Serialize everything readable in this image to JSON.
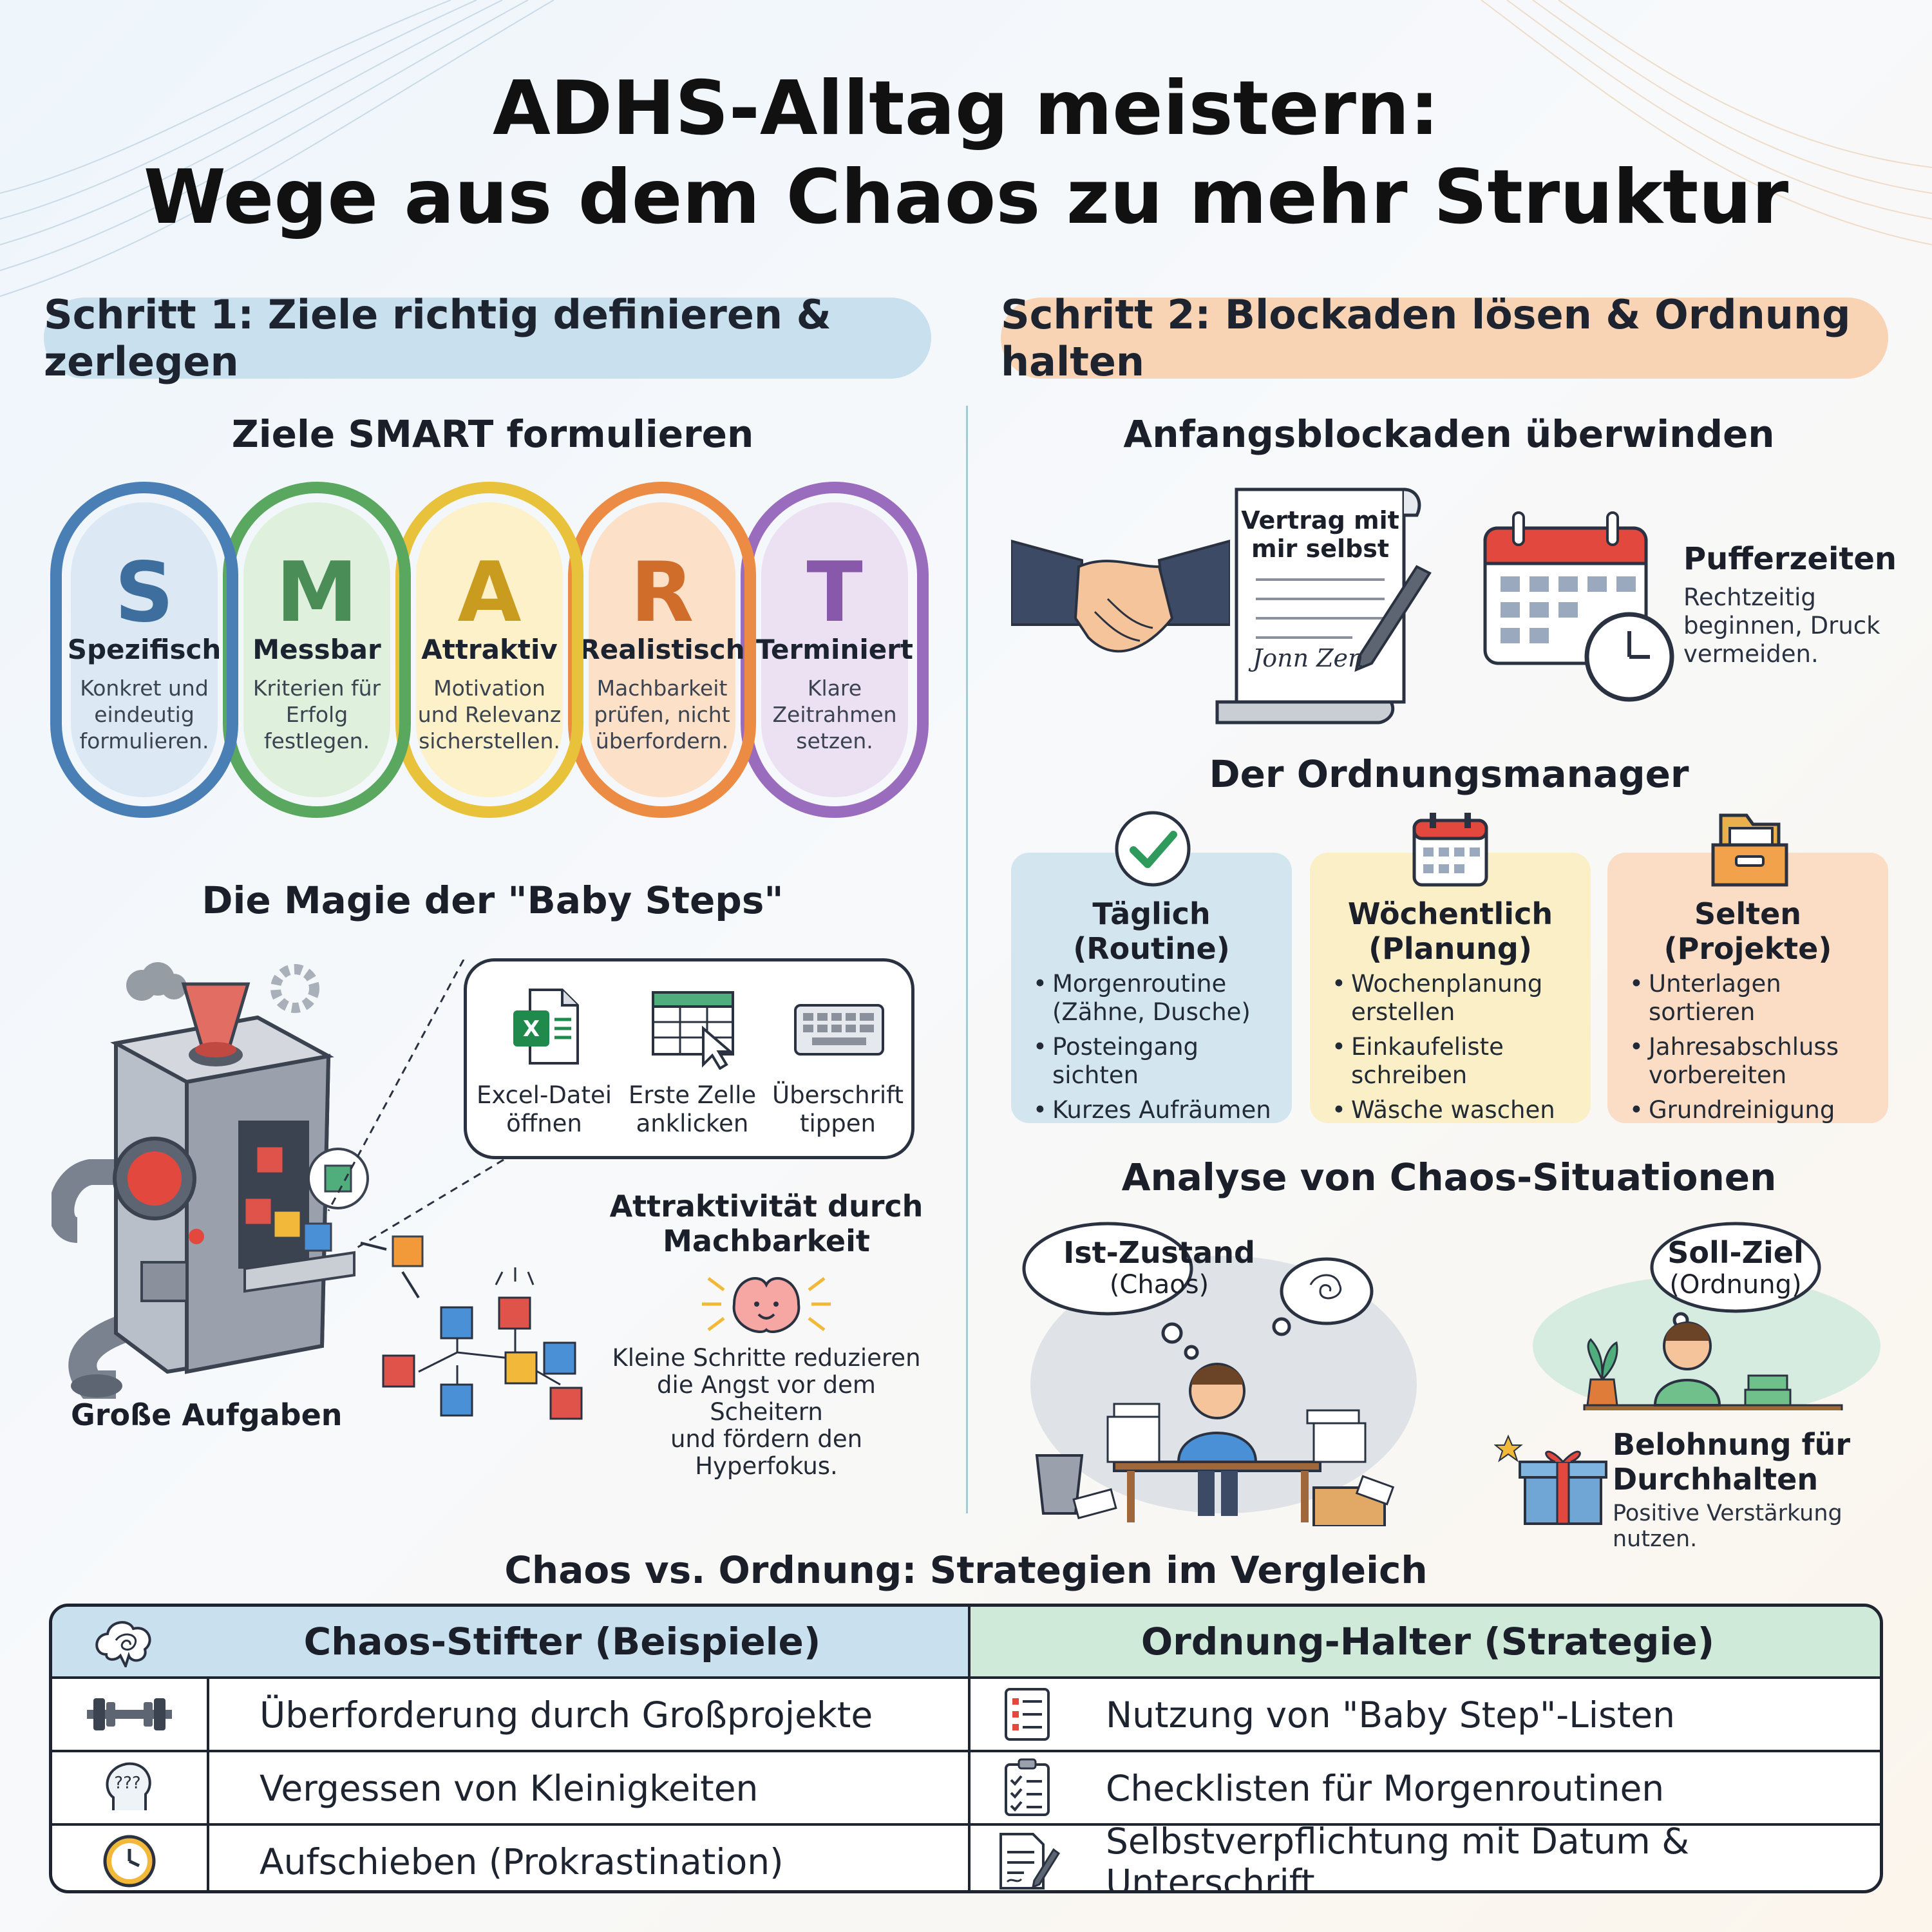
{
  "title": {
    "line1": "ADHS-Alltag meistern:",
    "line2": "Wege aus dem Chaos zu mehr Struktur"
  },
  "step1": {
    "pill": "Schritt 1: Ziele richtig definieren & zerlegen",
    "smart_heading": "Ziele SMART formulieren",
    "smart": [
      {
        "letter": "S",
        "word": "Spezifisch",
        "desc1": "Konkret und",
        "desc2": "eindeutig",
        "desc3": "formulieren.",
        "color": "#4a7fb5",
        "bg": "#dce9f4",
        "text": "#3e6e9e"
      },
      {
        "letter": "M",
        "word": "Messbar",
        "desc1": "Kriterien für",
        "desc2": "Erfolg",
        "desc3": "festlegen.",
        "color": "#5aa860",
        "bg": "#dff0dc",
        "text": "#4b8d57"
      },
      {
        "letter": "A",
        "word": "Attraktiv",
        "desc1": "Motivation",
        "desc2": "und Relevanz",
        "desc3": "sicherstellen.",
        "color": "#e8c23a",
        "bg": "#fcf1c8",
        "text": "#c99b1e"
      },
      {
        "letter": "R",
        "word": "Realistisch",
        "desc1": "Machbarkeit",
        "desc2": "prüfen, nicht",
        "desc3": "überfordern.",
        "color": "#ec8c44",
        "bg": "#fde0c8",
        "text": "#d06d2a"
      },
      {
        "letter": "T",
        "word": "Terminiert",
        "desc1": "Klare",
        "desc2": "Zeitrahmen",
        "desc3": "setzen.",
        "color": "#9a6cbd",
        "bg": "#ece0f3",
        "text": "#8858ab"
      }
    ],
    "baby_heading": "Die Magie der \"Baby Steps\"",
    "baby_items": [
      {
        "line1": "Excel-Datei",
        "line2": "öffnen"
      },
      {
        "line1": "Erste Zelle",
        "line2": "anklicken"
      },
      {
        "line1": "Überschrift",
        "line2": "tippen"
      }
    ],
    "machine_label": "Große Aufgaben",
    "attr_title1": "Attraktivität durch",
    "attr_title2": "Machbarkeit",
    "attr_desc1": "Kleine Schritte reduzieren",
    "attr_desc2": "die Angst vor dem Scheitern",
    "attr_desc3": "und fördern den Hyperfokus."
  },
  "step2": {
    "pill": "Schritt 2: Blockaden lösen & Ordnung halten",
    "blockade_heading": "Anfangsblockaden überwinden",
    "contract_line1": "Vertrag mit",
    "contract_line2": "mir selbst",
    "signature": "Jonn Zen",
    "buffer_title": "Pufferzeiten",
    "buffer_desc1": "Rechtzeitig",
    "buffer_desc2": "beginnen, Druck",
    "buffer_desc3": "vermeiden.",
    "manager_heading": "Der Ordnungsmanager",
    "cards": [
      {
        "title1": "Täglich",
        "title2": "(Routine)",
        "items": [
          "Morgenroutine (Zähne, Dusche)",
          "Posteingang sichten",
          "Kurzes Aufräumen"
        ],
        "bg": "#d3e6f0"
      },
      {
        "title1": "Wöchentlich",
        "title2": "(Planung)",
        "items": [
          "Wochenplanung erstellen",
          "Einkaufeliste schreiben",
          "Wäsche waschen"
        ],
        "bg": "#fbefc7"
      },
      {
        "title1": "Selten",
        "title2": "(Projekte)",
        "items": [
          "Unterlagen sortieren",
          "Jahresabschluss vorbereiten",
          "Grundreinigung"
        ],
        "bg": "#fbdcc4"
      }
    ],
    "analysis_heading": "Analyse von Chaos-Situationen",
    "ist_title": "Ist-Zustand",
    "ist_sub": "(Chaos)",
    "soll_title": "Soll-Ziel",
    "soll_sub": "(Ordnung)",
    "reward_title1": "Belohnung für",
    "reward_title2": "Durchhalten",
    "reward_desc": "Positive Verstärkung nutzen."
  },
  "comparison": {
    "heading": "Chaos vs. Ordnung: Strategien im Vergleich",
    "col_left": "Chaos-Stifter (Beispiele)",
    "col_right": "Ordnung-Halter (Strategie)",
    "rows": [
      {
        "left": "Überforderung durch Großprojekte",
        "right": "Nutzung von \"Baby Step\"-Listen",
        "left_icon": "dumbbell-icon",
        "right_icon": "list-icon"
      },
      {
        "left": "Vergessen von Kleinigkeiten",
        "right": "Checklisten für Morgenroutinen",
        "left_icon": "confused-head-icon",
        "right_icon": "checklist-icon"
      },
      {
        "left": "Aufschieben (Prokrastination)",
        "right": "Selbstverpflichtung mit Datum & Unterschrift",
        "left_icon": "clock-icon",
        "right_icon": "signed-document-icon"
      }
    ]
  }
}
